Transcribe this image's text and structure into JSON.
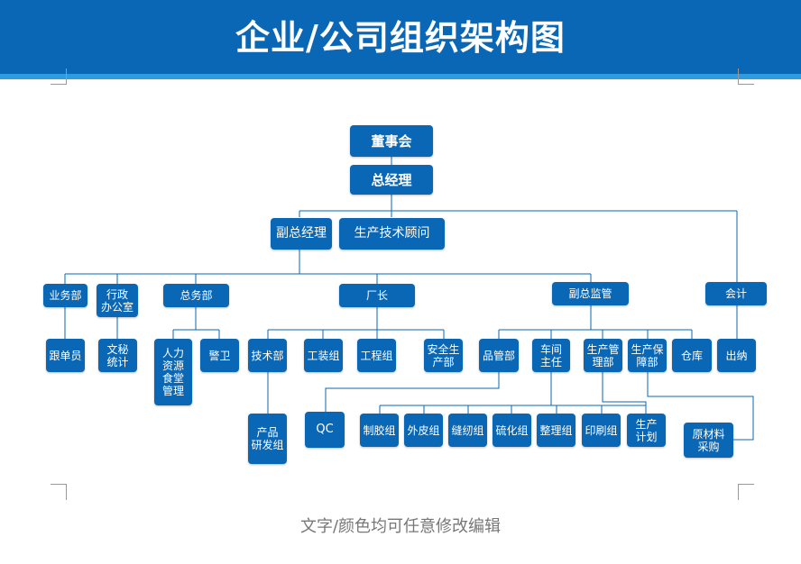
{
  "title": "企业/公司组织架构图",
  "footer": "文字/颜色均可任意修改编辑",
  "colors": {
    "header": "#0a67b5",
    "stripe": "#2f9be0",
    "node": "#0a67b5",
    "line": "#0a67b5"
  },
  "nodes": {
    "board": "董事会",
    "gm": "总经理",
    "vice_gm": "副总经理",
    "tech_advisor": "生产技术顾问",
    "sales": "业务部",
    "admin_office": "行政\n办公室",
    "general_affairs": "总务部",
    "factory_director": "厂长",
    "deputy_supervisor": "副总监管",
    "accountant": "会计",
    "salesperson": "跟单员",
    "clerk_stats": "文秘\n统计",
    "hr_canteen": "人力\n资源\n食堂\n管理",
    "guard": "警卫",
    "tech_dept": "技术部",
    "tooling_group": "工装组",
    "engineering_group": "工程组",
    "safety_dept": "安全生\n产部",
    "qc_dept": "品管部",
    "workshop_director": "车间\n主任",
    "production_mgmt": "生产管\n理部",
    "production_support": "生产保\n障部",
    "warehouse": "仓库",
    "cashier": "出纳",
    "product_rd": "产品\n研发组",
    "qc": "QC",
    "glue_group": "制胶组",
    "leather_group": "外皮组",
    "sewing_group": "缝纫组",
    "vulcanize_group": "硫化组",
    "finishing_group": "整理组",
    "printing_group": "印刷组",
    "production_plan": "生产\n计划",
    "material_purchase": "原材料\n采购"
  }
}
